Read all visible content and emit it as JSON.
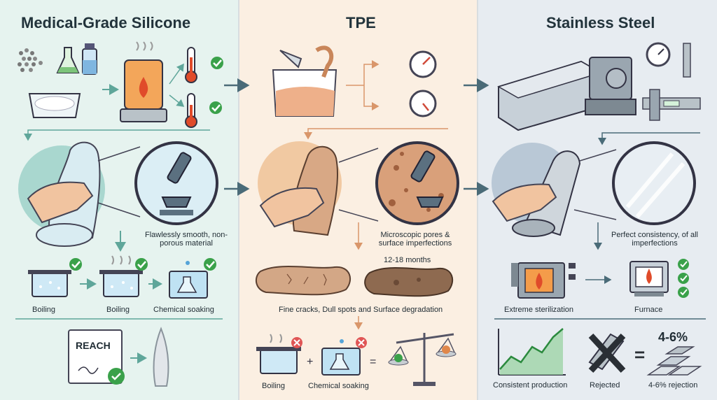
{
  "columns": {
    "silicone": {
      "title": "Medical-Grade Silicone",
      "caption": "Flawlessly smooth, non-porous material",
      "steps": [
        "Boiling",
        "Boiling",
        "Chemical soaking"
      ],
      "certificate": "REACH"
    },
    "tpe": {
      "title": "TPE",
      "caption": "Microscopic pores & surface imperfections",
      "lifespan": "12-18 months",
      "degradation": "Fine cracks, Dull spots and Surface degradation",
      "steps": [
        "Boiling",
        "Chemical soaking"
      ]
    },
    "steel": {
      "title": "Stainless Steel",
      "caption": "Perfect consistency, of all imperfections",
      "steps": [
        "Extreme sterilization",
        "Furnace"
      ],
      "production": "Consistent production",
      "rejected": "Rejected",
      "rejection_rate": "4-6%",
      "rejection_label": "4-6% rejection"
    }
  },
  "colors": {
    "silicone_bg": "#e6f3ef",
    "tpe_bg": "#fbefe2",
    "steel_bg": "#e7ecf1",
    "check": "#3aa14a",
    "cross": "#e05555",
    "arrow": "#4a6b78"
  }
}
